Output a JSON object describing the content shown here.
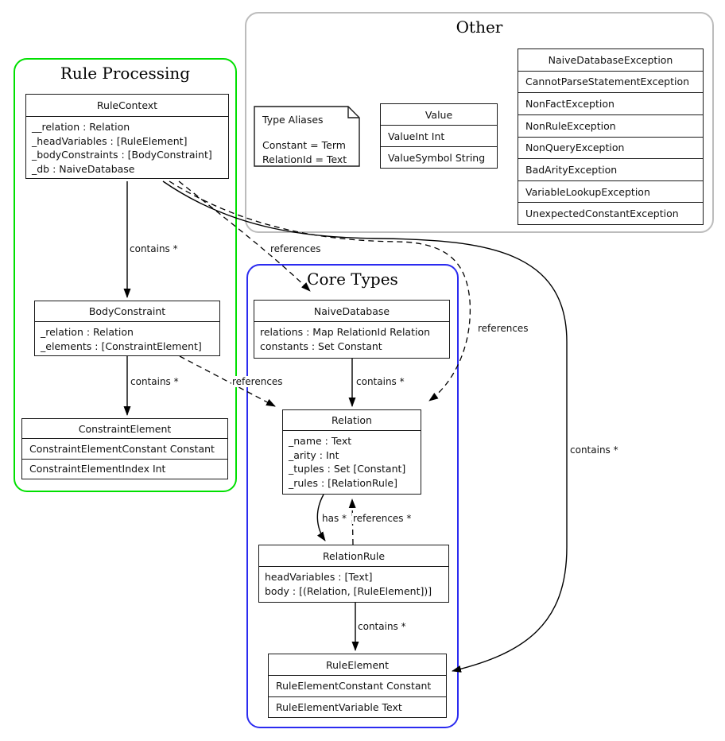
{
  "diagram": {
    "groups": {
      "rule_processing": {
        "title": "Rule Processing",
        "border_color": "#00e000"
      },
      "other": {
        "title": "Other",
        "border_color": "#bcbcbc"
      },
      "core_types": {
        "title": "Core Types",
        "border_color": "#2b2bf0"
      }
    },
    "note": {
      "title": "Type Aliases",
      "lines": [
        "Constant = Term",
        "RelationId = Text"
      ]
    },
    "classes": {
      "rule_context": {
        "name": "RuleContext",
        "attributes": [
          "__relation : Relation",
          "_headVariables : [RuleElement]",
          "_bodyConstraints : [BodyConstraint]",
          "_db : NaiveDatabase"
        ]
      },
      "body_constraint": {
        "name": "BodyConstraint",
        "attributes": [
          "_relation : Relation",
          "_elements : [ConstraintElement]"
        ]
      },
      "constraint_element": {
        "name": "ConstraintElement",
        "rows": [
          "ConstraintElementConstant Constant",
          "ConstraintElementIndex Int"
        ]
      },
      "naive_database": {
        "name": "NaiveDatabase",
        "attributes": [
          "relations : Map RelationId Relation",
          "constants : Set Constant"
        ]
      },
      "relation": {
        "name": "Relation",
        "attributes": [
          "_name : Text",
          "_arity : Int",
          "_tuples : Set [Constant]",
          "_rules : [RelationRule]"
        ]
      },
      "relation_rule": {
        "name": "RelationRule",
        "attributes": [
          "headVariables : [Text]",
          "body : [(Relation, [RuleElement])]"
        ]
      },
      "rule_element": {
        "name": "RuleElement",
        "rows": [
          "RuleElementConstant Constant",
          "RuleElementVariable Text"
        ]
      },
      "value": {
        "name": "Value",
        "rows": [
          "ValueInt Int",
          "ValueSymbol String"
        ]
      },
      "exceptions": {
        "name": "NaiveDatabaseException",
        "rows": [
          "CannotParseStatementException",
          "NonFactException",
          "NonRuleException",
          "NonQueryException",
          "BadArityException",
          "VariableLookupException",
          "UnexpectedConstantException"
        ]
      }
    },
    "edge_labels": {
      "rulecontext_bodyconstraint": "contains *",
      "rulecontext_naivedatabase": "references",
      "rulecontext_relation": "references",
      "rulecontext_ruleelement": "contains *",
      "bodyconstraint_constraintelement": "contains *",
      "bodyconstraint_relation": "references",
      "naivedatabase_relation": "contains *",
      "relation_relationrule": "has *",
      "relationrule_relation": "references *",
      "relationrule_ruleelement": "contains *"
    }
  }
}
